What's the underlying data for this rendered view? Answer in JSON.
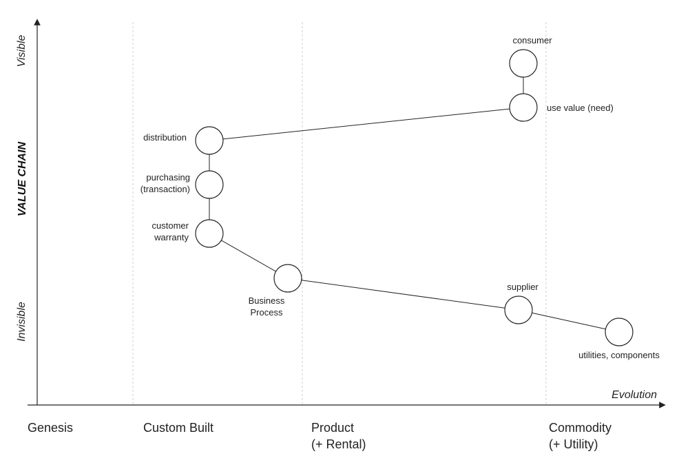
{
  "axes": {
    "y_title": "VALUE CHAIN",
    "y_top": "Visible",
    "y_bottom": "Invisible",
    "x_title": "Evolution"
  },
  "stages": {
    "genesis": "Genesis",
    "custom": "Custom Built",
    "product": [
      "Product",
      "(+ Rental)"
    ],
    "commodity": [
      "Commodity",
      "(+ Utility)"
    ]
  },
  "nodes": {
    "consumer": "consumer",
    "use_value": "use value (need)",
    "distribution": "distribution",
    "purchasing": [
      "purchasing",
      "(transaction)"
    ],
    "customer_warranty": [
      "customer",
      "warranty"
    ],
    "business_process": [
      "Business",
      "Process"
    ],
    "supplier": "supplier",
    "utilities": "utilities, components"
  },
  "links": [
    [
      "consumer",
      "use_value"
    ],
    [
      "use_value",
      "distribution"
    ],
    [
      "distribution",
      "purchasing"
    ],
    [
      "purchasing",
      "customer_warranty"
    ],
    [
      "customer_warranty",
      "business_process"
    ],
    [
      "business_process",
      "supplier"
    ],
    [
      "supplier",
      "utilities"
    ]
  ]
}
